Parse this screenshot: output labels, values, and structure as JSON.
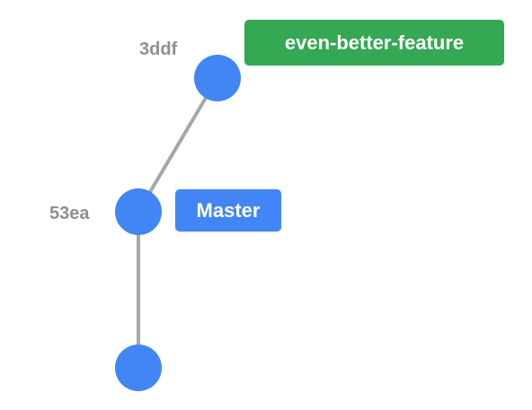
{
  "colors": {
    "commit": "#4285f4",
    "edge": "#a7a7ab",
    "commit_label": "#8f8f8f",
    "feature_branch": "#34a853",
    "master_branch": "#4285f4"
  },
  "commits": [
    {
      "id": "3ddf",
      "label": "3ddf"
    },
    {
      "id": "53ea",
      "label": "53ea"
    },
    {
      "id": "root",
      "label": ""
    }
  ],
  "edges": [
    {
      "from": "3ddf",
      "to": "53ea"
    },
    {
      "from": "53ea",
      "to": "root"
    }
  ],
  "branches": {
    "feature": {
      "label": "even-better-feature",
      "points_to": "3ddf"
    },
    "master": {
      "label": "Master",
      "points_to": "53ea"
    }
  }
}
